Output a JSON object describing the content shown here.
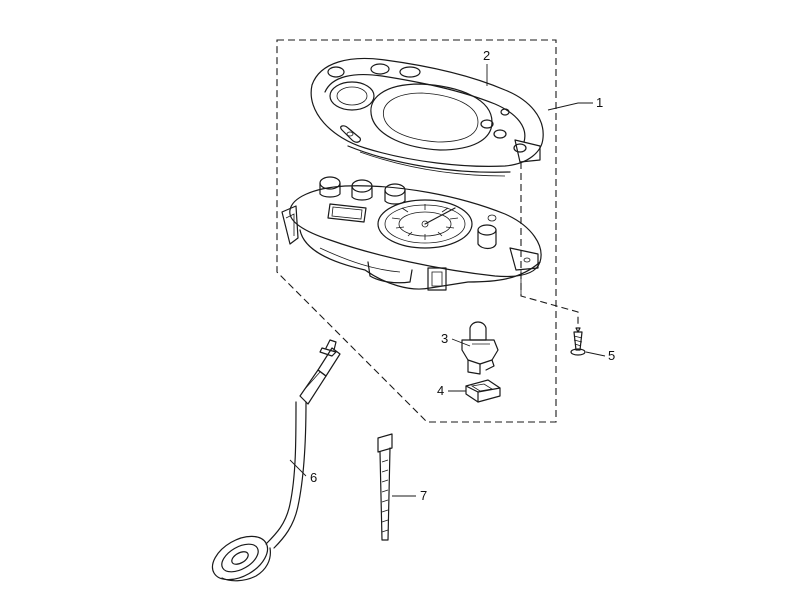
{
  "callouts": [
    {
      "id": "1",
      "text": "1"
    },
    {
      "id": "2",
      "text": "2"
    },
    {
      "id": "3",
      "text": "3"
    },
    {
      "id": "4",
      "text": "4"
    },
    {
      "id": "5",
      "text": "5"
    },
    {
      "id": "6",
      "text": "6"
    },
    {
      "id": "7",
      "text": "7"
    }
  ],
  "colors": {
    "ink": "#1a1a1a",
    "background": "#ffffff"
  }
}
